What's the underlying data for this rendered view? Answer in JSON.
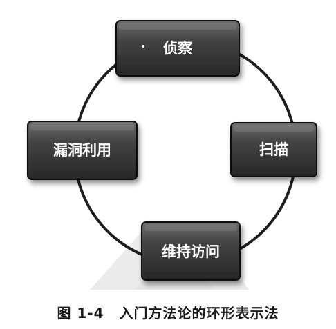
{
  "diagram": {
    "nodes": [
      {
        "id": "recon",
        "label": "侦察"
      },
      {
        "id": "scan",
        "label": "扫描"
      },
      {
        "id": "maintain",
        "label": "维持访问"
      },
      {
        "id": "exploit",
        "label": "漏洞利用"
      }
    ]
  },
  "caption": {
    "number": "图 1-4",
    "text": "入门方法论的环形表示法"
  },
  "colors": {
    "node_fill": "#3a3a3a",
    "node_highlight": "#6e6e6e",
    "ring": "#1e1e1e",
    "watermark": "#d6d6d6"
  }
}
